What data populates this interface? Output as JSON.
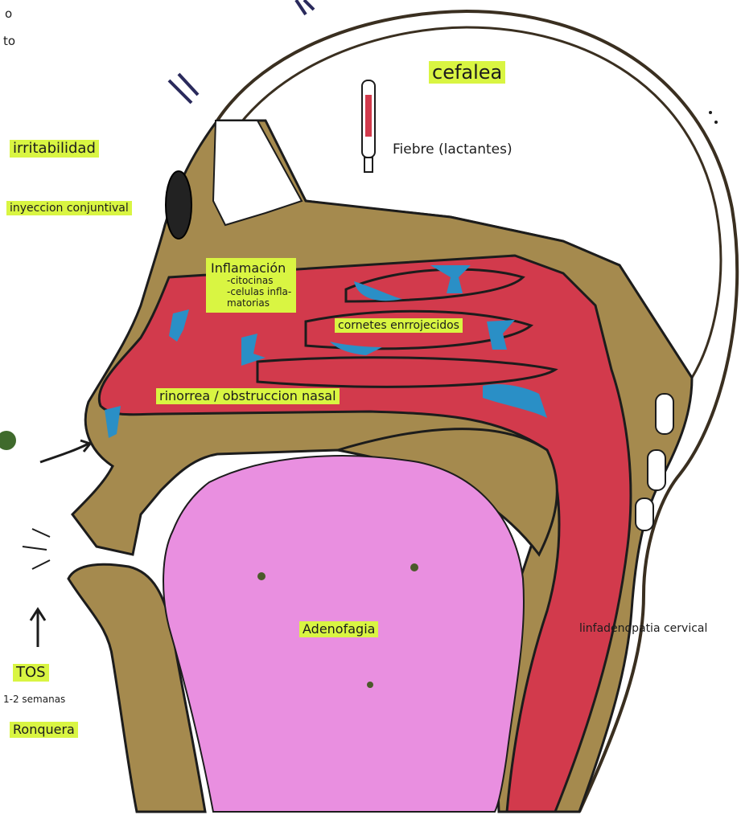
{
  "labels": {
    "top_left_1": "o",
    "top_left_2": "to",
    "cefalea": "cefalea",
    "fiebre": "Fiebre (lactantes)",
    "irritabilidad": "irritabilidad",
    "inyeccion": "inyeccion conjuntival",
    "inflamacion_title": "Inflamación",
    "inflamacion_line1": "-citocinas",
    "inflamacion_line2": "-celulas infla-",
    "inflamacion_line3": "matorias",
    "cornetes": "cornetes enrrojecidos",
    "rinorrea": "rinorrea / obstruccion nasal",
    "adenofagia": "Adenofagia",
    "linfadenopatia": "linfadenopatia cervical",
    "tos": "TOS",
    "semanas": "1-2 semanas",
    "ronquera": "Ronquera"
  },
  "colors": {
    "highlight": "#d9f542",
    "tissue": "#a58a4e",
    "mucosa": "#d23a4c",
    "mucus": "#2a8fc6",
    "pharynx": "#e98fe0",
    "outline": "#1c1c1c"
  }
}
